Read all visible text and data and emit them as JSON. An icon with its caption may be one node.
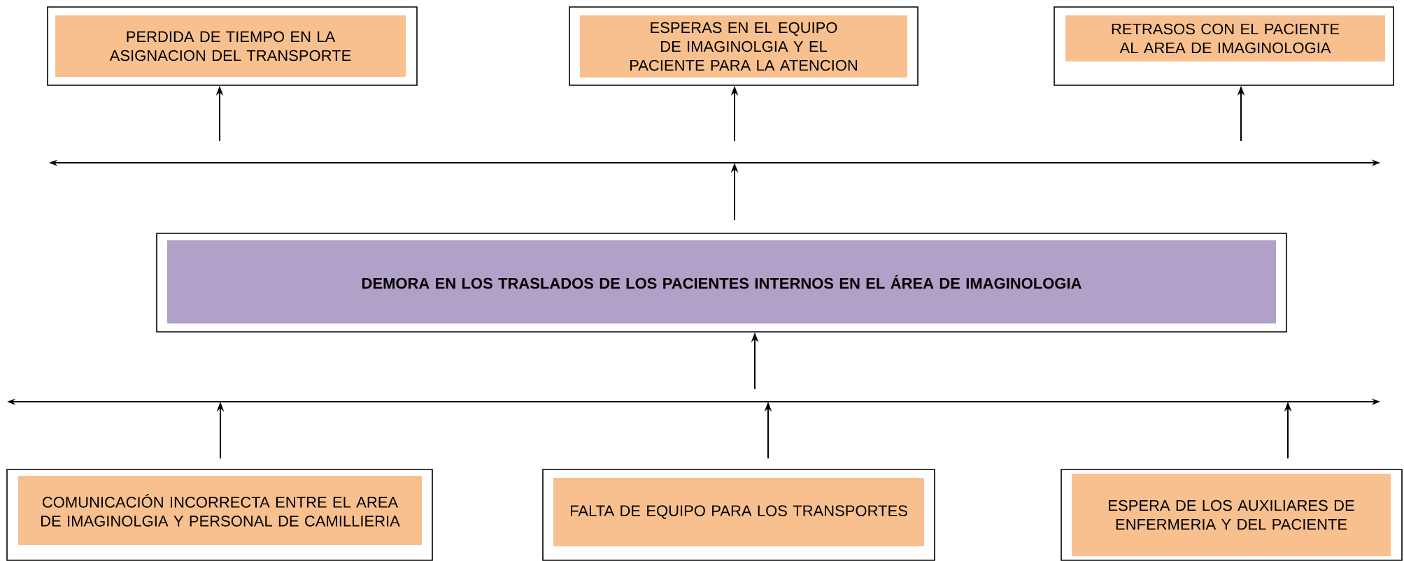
{
  "diagram": {
    "nodes": [
      {
        "text": [
          "PERDIDA DE TIEMPO EN LA ASIGNACION DEL TRANSPORTE"
        ]
      },
      {
        "text": [
          "ESPERAS EN EL EQUIPO DE IMAGINOLGIA Y EL PACIENTE PARA LA ATENCION"
        ]
      },
      {
        "text": [
          "RETRASOS CON EL PACIENTE AL AREA DE IMAGINOLOGIA"
        ]
      },
      {
        "text": [
          "DEMORA EN LOS TRASLADOS DE LOS PACIENTES INTERNOS EN EL ÁREA DE IMAGINOLOGIA"
        ]
      },
      {
        "text": [
          "COMUNICACIÓN INCORRECTA ENTRE EL AREA DE IMAGINOLGIA Y PERSONAL DE CAMILLIERIA"
        ]
      },
      {
        "text": [
          "FALTA DE EQUIPO PARA LOS TRANSPORTES"
        ]
      },
      {
        "text": [
          "ESPERA DE LOS AUXILIARES DE ENFERMERIA Y DEL PACIENTE"
        ]
      }
    ],
    "edges": [
      {
        "from": null,
        "to": 0,
        "arrow": "to"
      },
      {
        "from": null,
        "to": 1,
        "arrow": "to"
      },
      {
        "from": null,
        "to": 2,
        "arrow": "to"
      },
      {
        "from": 3,
        "to": null,
        "arrow": "to"
      },
      {
        "from": null,
        "to": 3,
        "arrow": "to"
      },
      {
        "from": 4,
        "to": null,
        "arrow": "to"
      },
      {
        "from": 5,
        "to": null,
        "arrow": "to"
      },
      {
        "from": 6,
        "to": null,
        "arrow": "to"
      }
    ]
  }
}
